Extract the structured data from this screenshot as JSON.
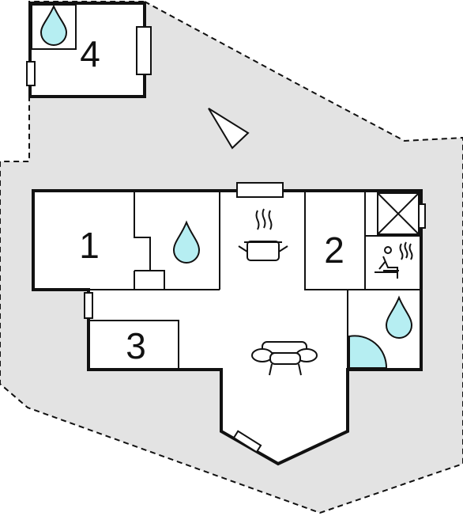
{
  "floorplan": {
    "rooms": [
      {
        "id": "room-1",
        "label": "1"
      },
      {
        "id": "room-2",
        "label": "2"
      },
      {
        "id": "room-3",
        "label": "3"
      },
      {
        "id": "room-4",
        "label": "4"
      }
    ],
    "icons": [
      "water-drop-icon",
      "cooking-pot-icon",
      "sofa-icon",
      "sauna-icon",
      "stove-icon",
      "shower-icon",
      "compass-arrow-icon",
      "window-icon"
    ],
    "colors": {
      "terrain": "#e3e3e3",
      "wall": "#111111",
      "water": "#b6eef2",
      "floor": "#ffffff"
    }
  }
}
